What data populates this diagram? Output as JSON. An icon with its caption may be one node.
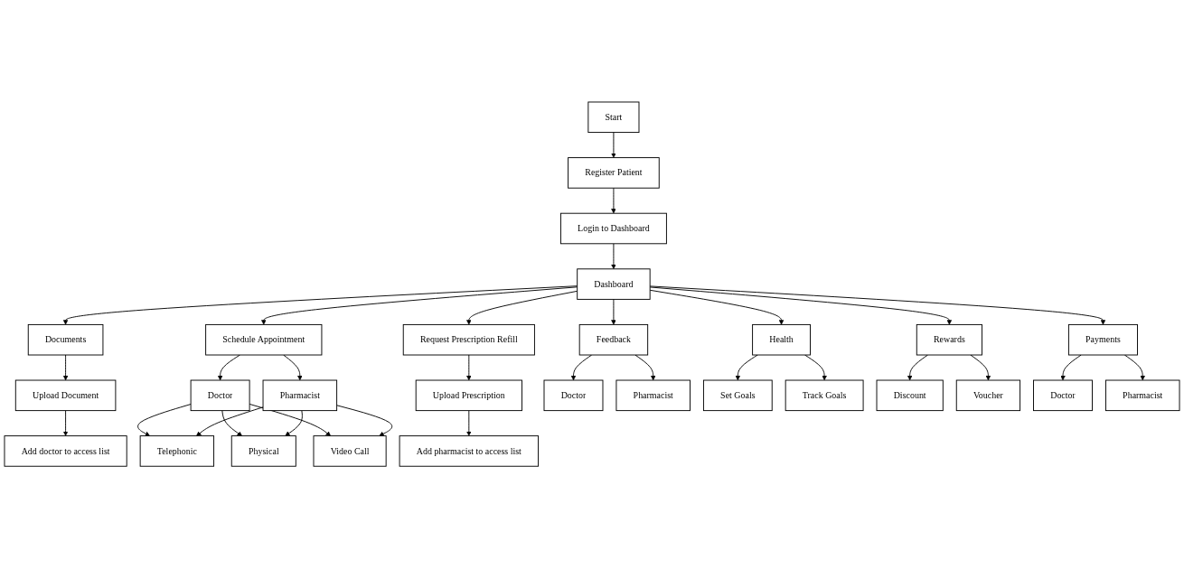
{
  "diagram": {
    "nodes": [
      {
        "text": [
          "Start"
        ]
      },
      {
        "text": [
          "Register Patient"
        ]
      },
      {
        "text": [
          "Login to Dashboard"
        ]
      },
      {
        "text": [
          "Dashboard"
        ]
      },
      {
        "text": [
          "Documents"
        ]
      },
      {
        "text": [
          "Schedule Appointment"
        ]
      },
      {
        "text": [
          "Request Prescription Refill"
        ]
      },
      {
        "text": [
          "Feedback"
        ]
      },
      {
        "text": [
          "Health"
        ]
      },
      {
        "text": [
          "Rewards"
        ]
      },
      {
        "text": [
          "Payments"
        ]
      },
      {
        "text": [
          "Upload Document"
        ]
      },
      {
        "text": [
          "Add doctor to access list"
        ]
      },
      {
        "text": [
          "Doctor"
        ]
      },
      {
        "text": [
          "Pharmacist"
        ]
      },
      {
        "text": [
          "Telephonic"
        ]
      },
      {
        "text": [
          "Video Call"
        ]
      },
      {
        "text": [
          "Physical"
        ]
      },
      {
        "text": [
          "Upload Prescription"
        ]
      },
      {
        "text": [
          "Add pharmacist to access list"
        ]
      },
      {
        "text": [
          "Doctor"
        ]
      },
      {
        "text": [
          "Pharmacist"
        ]
      },
      {
        "text": [
          "Set Goals"
        ]
      },
      {
        "text": [
          "Track Goals"
        ]
      },
      {
        "text": [
          "Discount"
        ]
      },
      {
        "text": [
          "Voucher"
        ]
      },
      {
        "text": [
          "Doctor"
        ]
      },
      {
        "text": [
          "Pharmacist"
        ]
      }
    ],
    "edges": [
      {
        "from": 0,
        "to": 1,
        "arrow": "to"
      },
      {
        "from": 1,
        "to": 2,
        "arrow": "to"
      },
      {
        "from": 2,
        "to": 3,
        "arrow": "to"
      },
      {
        "from": 3,
        "to": 4,
        "arrow": "to"
      },
      {
        "from": 3,
        "to": 5,
        "arrow": "to"
      },
      {
        "from": 3,
        "to": 6,
        "arrow": "to"
      },
      {
        "from": 3,
        "to": 7,
        "arrow": "to"
      },
      {
        "from": 3,
        "to": 8,
        "arrow": "to"
      },
      {
        "from": 3,
        "to": 9,
        "arrow": "to"
      },
      {
        "from": 3,
        "to": 10,
        "arrow": "to"
      },
      {
        "from": 4,
        "to": 11,
        "arrow": "to"
      },
      {
        "from": 11,
        "to": 12,
        "arrow": "to"
      },
      {
        "from": 5,
        "to": 13,
        "arrow": "to"
      },
      {
        "from": 5,
        "to": 14,
        "arrow": "to"
      },
      {
        "from": 13,
        "to": 15,
        "arrow": "to"
      },
      {
        "from": 13,
        "to": 17,
        "arrow": "to"
      },
      {
        "from": 13,
        "to": 16,
        "arrow": "to"
      },
      {
        "from": 14,
        "to": 15,
        "arrow": "to"
      },
      {
        "from": 14,
        "to": 17,
        "arrow": "to"
      },
      {
        "from": 14,
        "to": 16,
        "arrow": "to"
      },
      {
        "from": 6,
        "to": 18,
        "arrow": "to"
      },
      {
        "from": 18,
        "to": 19,
        "arrow": "to"
      },
      {
        "from": 7,
        "to": 20,
        "arrow": "to"
      },
      {
        "from": 7,
        "to": 21,
        "arrow": "to"
      },
      {
        "from": 8,
        "to": 22,
        "arrow": "to"
      },
      {
        "from": 8,
        "to": 23,
        "arrow": "to"
      },
      {
        "from": 9,
        "to": 24,
        "arrow": "to"
      },
      {
        "from": 9,
        "to": 25,
        "arrow": "to"
      },
      {
        "from": 10,
        "to": 26,
        "arrow": "to"
      },
      {
        "from": 10,
        "to": 27,
        "arrow": "to"
      }
    ]
  }
}
